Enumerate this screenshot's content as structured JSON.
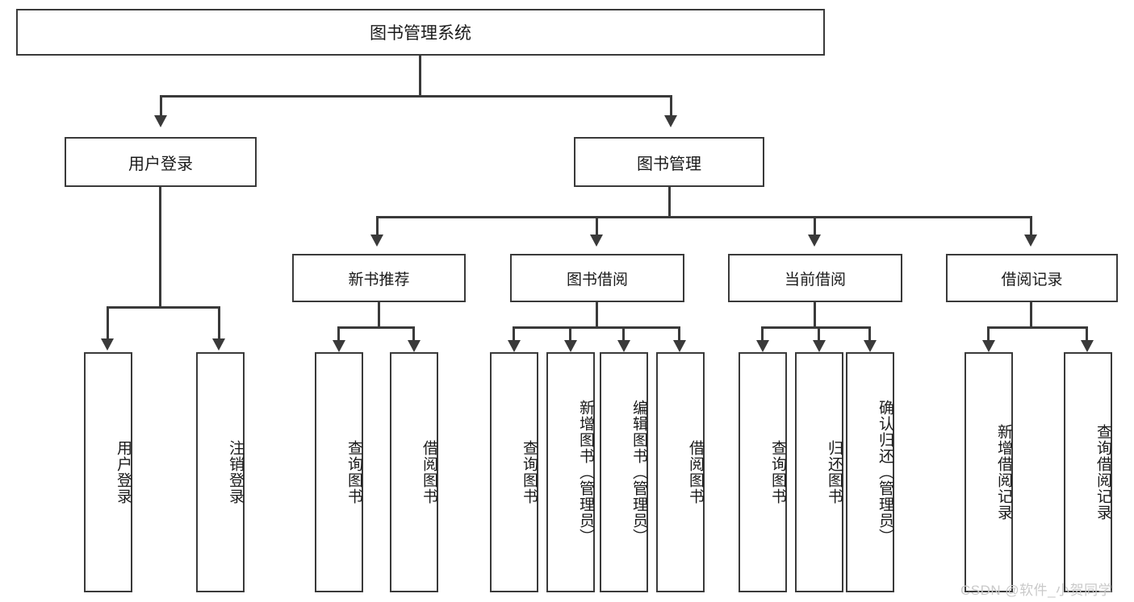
{
  "diagram": {
    "type": "tree-hierarchy",
    "title": "图书管理系统",
    "root": {
      "label": "图书管理系统"
    },
    "level2": [
      {
        "label": "用户登录"
      },
      {
        "label": "图书管理"
      }
    ],
    "level3": [
      {
        "label": "新书推荐"
      },
      {
        "label": "图书借阅"
      },
      {
        "label": "当前借阅"
      },
      {
        "label": "借阅记录"
      }
    ],
    "leaves": {
      "user_login": [
        {
          "label": "用户登录"
        },
        {
          "label": "注销登录"
        }
      ],
      "new_book_recommend": [
        {
          "label": "查询图书"
        },
        {
          "label": "借阅图书"
        }
      ],
      "book_borrow": [
        {
          "label": "查询图书"
        },
        {
          "label": "新增图书（管理员）"
        },
        {
          "label": "编辑图书（管理员）"
        },
        {
          "label": "借阅图书"
        }
      ],
      "current_borrow": [
        {
          "label": "查询图书"
        },
        {
          "label": "归还图书"
        },
        {
          "label": "确认归还（管理员）"
        }
      ],
      "borrow_record": [
        {
          "label": "新增借阅记录"
        },
        {
          "label": "查询借阅记录"
        }
      ]
    }
  },
  "watermark": {
    "text": "CSDN @软件_小贺同学"
  },
  "colors": {
    "stroke": "#3a3a3a",
    "background": "#ffffff",
    "text": "#1a1a1a",
    "watermark": "#c9c9c9"
  }
}
